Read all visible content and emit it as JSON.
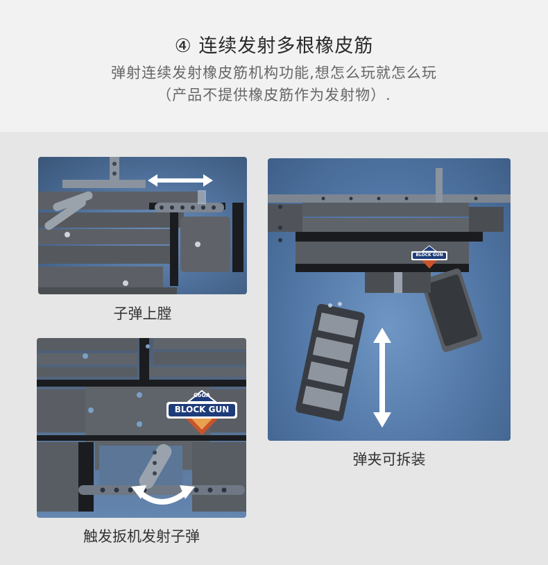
{
  "header": {
    "title": "④ 连续发射多根橡皮筋",
    "subtitle_line1": "弹射连续发射橡皮筋机构功能,想怎么玩就怎么玩",
    "subtitle_line2": "（产品不提供橡皮筋作为发射物）."
  },
  "photos": {
    "top_left_caption": "子弹上膛",
    "bottom_left_caption": "触发扳机发射子弹",
    "right_caption": "弹夹可拆装"
  },
  "badge": {
    "brand": "CoGA",
    "name": "BLOCK GUN"
  }
}
